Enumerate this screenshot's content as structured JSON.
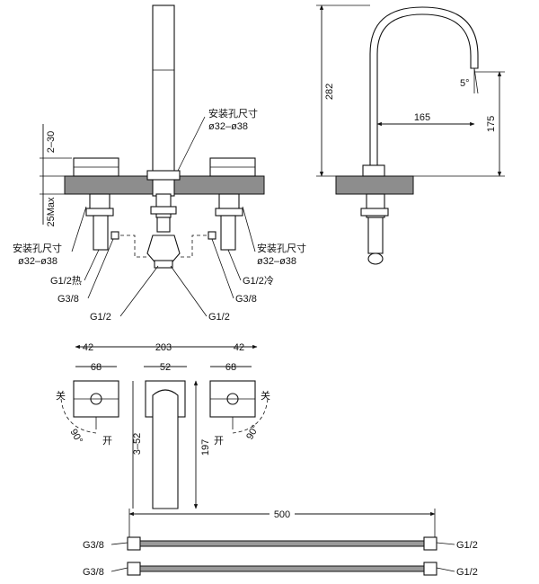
{
  "front_view": {
    "height_range": "2–30",
    "deck_thickness": "25Max",
    "mount_hole_label": "安装孔尺寸",
    "mount_hole_center": "ø32–ø38",
    "mount_hole_left": "安装孔尺寸",
    "mount_hole_left_dia": "ø32–ø38",
    "mount_hole_right": "安装孔尺寸",
    "mount_hole_right_dia": "ø32–ø38",
    "hot_inlet": "G1/2热",
    "cold_inlet": "G1/2冷",
    "outlet_left": "G3/8",
    "outlet_right": "G3/8",
    "tee_left": "G1/2",
    "tee_right": "G1/2"
  },
  "side_view": {
    "height": "282",
    "reach": "165",
    "spout_height": "175",
    "angle": "5°"
  },
  "top_view": {
    "span_left": "42",
    "span_center": "203",
    "span_right": "42",
    "handle_left": "68",
    "spout_width": "52",
    "handle_right": "68",
    "spout_thickness": "3–52",
    "spout_length": "197",
    "left_closed": "关",
    "left_rotation": "90°",
    "left_open": "开",
    "right_closed": "关",
    "right_rotation": "90°",
    "right_open": "开"
  },
  "hoses": {
    "length": "500",
    "hose1_left": "G3/8",
    "hose1_right": "G1/2",
    "hose2_left": "G3/8",
    "hose2_right": "G1/2"
  }
}
